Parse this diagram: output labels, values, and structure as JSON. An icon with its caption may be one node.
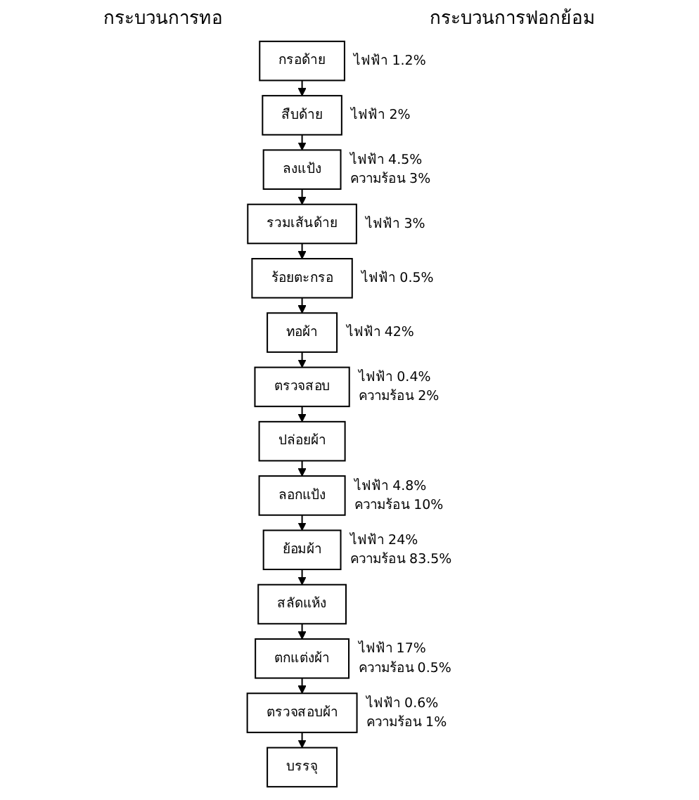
{
  "diagram": {
    "nodes": [
      {
        "text": [
          "กรอด้าย"
        ],
        "beside": [
          "ไฟฟ้า 1.2%"
        ]
      },
      {
        "text": [
          "สืบด้าย"
        ],
        "beside": [
          "ไฟฟ้า 2%"
        ]
      },
      {
        "text": [
          "ลงแป้ง"
        ],
        "beside": [
          "ไฟฟ้า 4.5%",
          "ความร้อน 3%"
        ]
      },
      {
        "text": [
          "รวมเส้นด้าย"
        ],
        "beside": [
          "ไฟฟ้า 3%"
        ]
      },
      {
        "text": [
          "ร้อยตะกรอ"
        ],
        "beside": [
          "ไฟฟ้า 0.5%"
        ]
      },
      {
        "text": [
          "ทอผ้า"
        ],
        "beside": [
          "ไฟฟ้า 42%"
        ]
      },
      {
        "text": [
          "ตรวจสอบ"
        ],
        "beside": [
          "ไฟฟ้า 0.4%",
          "ความร้อน 2%"
        ]
      },
      {
        "text": [
          "ปล่อยผ้า"
        ]
      },
      {
        "text": [
          "ลอกแป้ง"
        ],
        "beside": [
          "ไฟฟ้า 4.8%",
          "ความร้อน 10%"
        ]
      },
      {
        "text": [
          "ย้อมผ้า"
        ],
        "beside": [
          "ไฟฟ้า 24%",
          "ความร้อน 83.5%"
        ]
      },
      {
        "text": [
          "สลัดแห้ง"
        ]
      },
      {
        "text": [
          "ตกแต่งผ้า"
        ],
        "beside": [
          "ไฟฟ้า 17%",
          "ความร้อน 0.5%"
        ]
      },
      {
        "text": [
          "ตรวจสอบผ้า"
        ],
        "beside": [
          "ไฟฟ้า 0.6%",
          "ความร้อน 1%"
        ]
      },
      {
        "text": [
          "บรรจุ"
        ]
      }
    ],
    "edges": [
      {
        "from": 0,
        "to": 1,
        "arrow": "to"
      },
      {
        "from": 1,
        "to": 2,
        "arrow": "to"
      },
      {
        "from": 2,
        "to": 3,
        "arrow": "to"
      },
      {
        "from": 3,
        "to": 4,
        "arrow": "to"
      },
      {
        "from": 4,
        "to": 5,
        "arrow": "to"
      },
      {
        "from": 5,
        "to": 6,
        "arrow": "to"
      },
      {
        "from": 6,
        "to": 7,
        "arrow": "to"
      },
      {
        "from": 7,
        "to": 8,
        "arrow": "to"
      },
      {
        "from": 8,
        "to": 9,
        "arrow": "to"
      },
      {
        "from": 9,
        "to": 10,
        "arrow": "to"
      },
      {
        "from": 10,
        "to": 11,
        "arrow": "to"
      },
      {
        "from": 11,
        "to": 12,
        "arrow": "to"
      },
      {
        "from": 12,
        "to": 13,
        "arrow": "to"
      }
    ],
    "labels": [
      "กระบวนการทอ",
      "กระบวนการฟอกย้อม"
    ]
  }
}
